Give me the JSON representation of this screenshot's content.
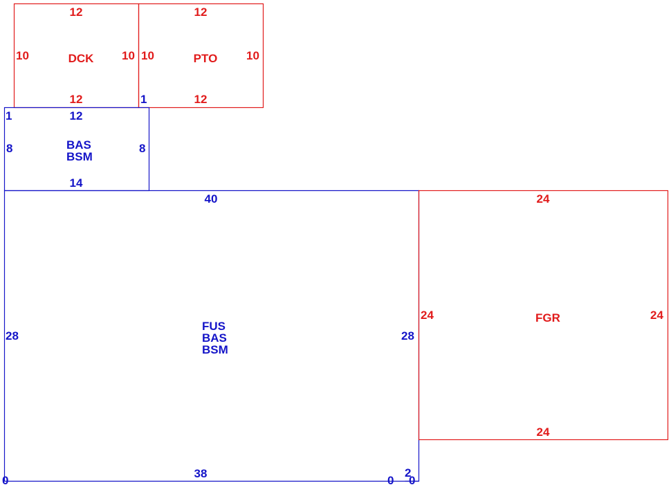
{
  "colors": {
    "red": "#e11b1b",
    "blue": "#1414c8"
  },
  "areas": {
    "dck": {
      "code": "DCK",
      "top": "12",
      "bottom": "12",
      "left": "10",
      "right": "10"
    },
    "pto": {
      "code": "PTO",
      "top": "12",
      "bottom": "12",
      "left": "10",
      "right": "10",
      "corner_mark": "1"
    },
    "bas_bsm": {
      "codes": [
        "BAS",
        "BSM"
      ],
      "top": "12",
      "bottom": "14",
      "left": "8",
      "right": "8",
      "corner_mark": "1"
    },
    "fus": {
      "codes": [
        "FUS",
        "BAS",
        "BSM"
      ],
      "top": "40",
      "bottom": "38",
      "left": "28",
      "right": "28",
      "step": "2",
      "corner_left": "0",
      "corner_mid": "0",
      "corner_right": "0"
    },
    "fgr": {
      "code": "FGR",
      "top": "24",
      "bottom": "24",
      "left": "24",
      "right": "24"
    }
  }
}
